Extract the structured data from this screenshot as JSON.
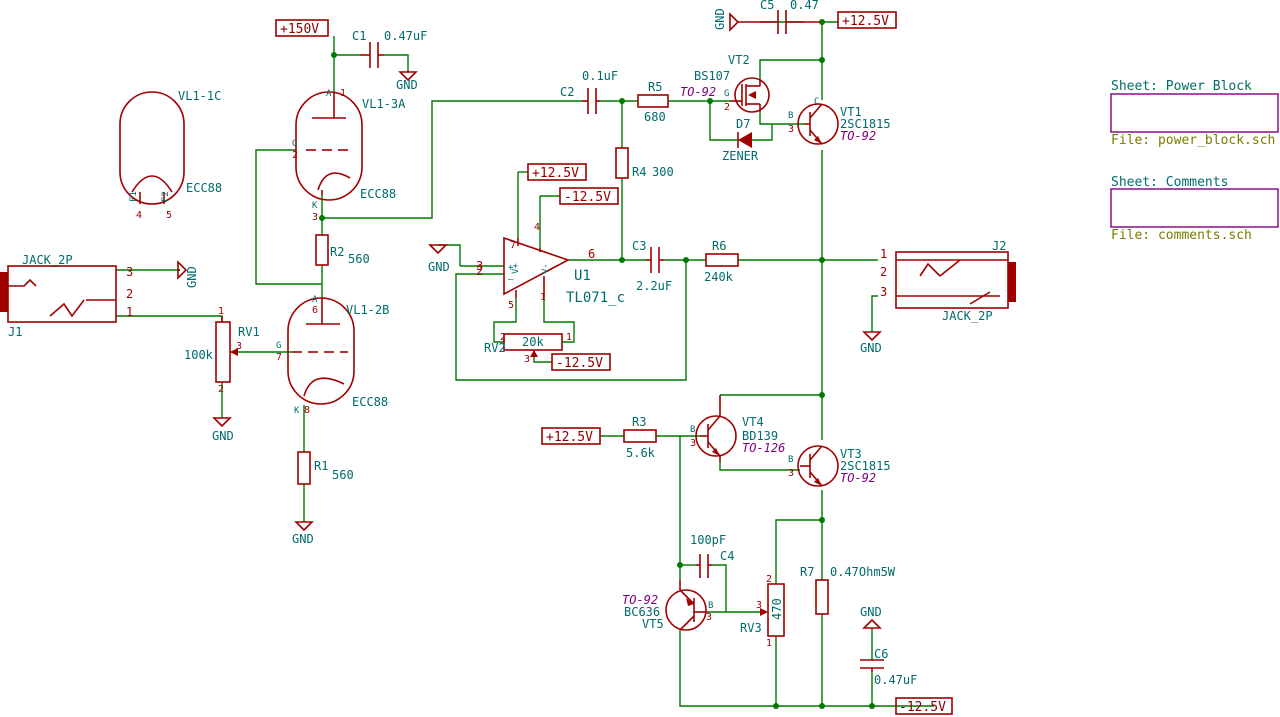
{
  "power": {
    "p150": "+150V",
    "p12_top": "+12.5V",
    "p12_op": "+12.5V",
    "m12_op": "-12.5V",
    "m12_rv2": "-12.5V",
    "p12_r3": "+12.5V",
    "m12_bottom": "-12.5V"
  },
  "gnd": "GND",
  "components": {
    "c1": {
      "ref": "C1",
      "value": "0.47uF"
    },
    "c2": {
      "ref": "C2",
      "value": "0.1uF"
    },
    "c3": {
      "ref": "C3",
      "value": "2.2uF"
    },
    "c4": {
      "ref": "C4",
      "value": "100pF"
    },
    "c5": {
      "ref": "C5",
      "value": "0.47"
    },
    "c6": {
      "ref": "C6",
      "value": "0.47uF"
    },
    "r1": {
      "ref": "R1",
      "value": "560"
    },
    "r2": {
      "ref": "R2",
      "value": "560"
    },
    "r3": {
      "ref": "R3",
      "value": "5.6k"
    },
    "r4": {
      "ref": "R4",
      "value": "300"
    },
    "r5": {
      "ref": "R5",
      "value": "680"
    },
    "r6": {
      "ref": "R6",
      "value": "240k"
    },
    "r7": {
      "ref": "R7",
      "value": "0.47Ohm5W"
    },
    "rv1": {
      "ref": "RV1",
      "value": "100k"
    },
    "rv2": {
      "ref": "RV2",
      "value": "20k"
    },
    "rv3": {
      "ref": "RV3",
      "value": "470"
    },
    "vl1c": {
      "ref": "VL1-1C",
      "value": "ECC88"
    },
    "vl1a": {
      "ref": "VL1-3A",
      "value": "ECC88"
    },
    "vl1b": {
      "ref": "VL1-2B",
      "value": "ECC88"
    },
    "vt1": {
      "ref": "VT1",
      "value": "2SC1815",
      "pkg": "TO-92"
    },
    "vt2": {
      "ref": "VT2",
      "value": "BS107",
      "pkg": "TO-92"
    },
    "vt3": {
      "ref": "VT3",
      "value": "2SC1815",
      "pkg": "TO-92"
    },
    "vt4": {
      "ref": "VT4",
      "value": "BD139",
      "pkg": "TO-126"
    },
    "vt5": {
      "ref": "VT5",
      "value": "BC636",
      "pkg": "TO-92"
    },
    "d7": {
      "ref": "D7",
      "value": "ZENER"
    },
    "u1": {
      "ref": "U1",
      "value": "TL071_c"
    },
    "j1": {
      "ref": "J1",
      "value": "JACK_2P"
    },
    "j2": {
      "ref": "J2",
      "value": "JACK_2P"
    }
  },
  "sheets": [
    {
      "title": "Sheet: Power Block",
      "file": "File: power_block.sch"
    },
    {
      "title": "Sheet: Comments",
      "file": "File: comments.sch"
    }
  ],
  "colors": {
    "wire": "#007a00",
    "part": "#a00000",
    "text": "#006b6b",
    "package": "#800080"
  }
}
